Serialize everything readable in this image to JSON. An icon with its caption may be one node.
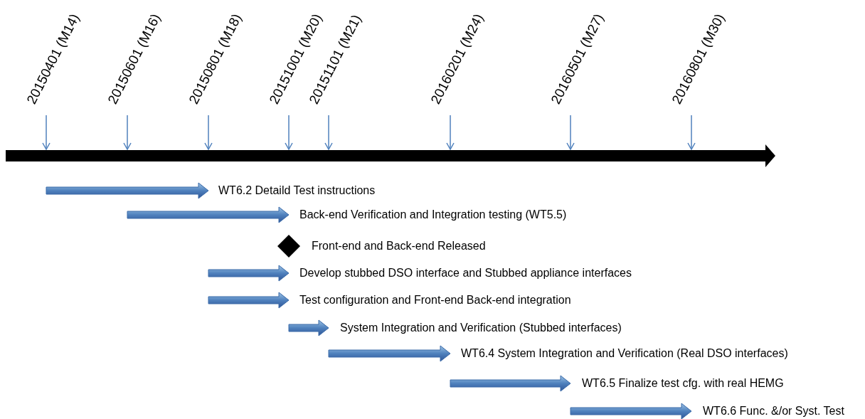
{
  "diagram": {
    "nodes": [
      {
        "text": [
          "20150401 (M14)"
        ]
      },
      {
        "text": [
          "20150601 (M16)"
        ]
      },
      {
        "text": [
          "20150801 (M18)"
        ]
      },
      {
        "text": [
          "20151001 (M20)"
        ]
      },
      {
        "text": [
          "20151101 (M21)"
        ]
      },
      {
        "text": [
          "20160201 (M24)"
        ]
      },
      {
        "text": [
          "20160501 (M27)"
        ]
      },
      {
        "text": [
          "20160801 (M30)"
        ]
      },
      {
        "text": [],
        "shape": "bar"
      }
    ],
    "edges": [
      {
        "from": 0,
        "to": 8,
        "arrow": "to"
      },
      {
        "from": 1,
        "to": 8,
        "arrow": "to"
      },
      {
        "from": 2,
        "to": 8,
        "arrow": "to"
      },
      {
        "from": 3,
        "to": 8,
        "arrow": "to"
      },
      {
        "from": 4,
        "to": 8,
        "arrow": "to"
      },
      {
        "from": 5,
        "to": 8,
        "arrow": "to"
      },
      {
        "from": 6,
        "to": 8,
        "arrow": "to"
      },
      {
        "from": 7,
        "to": 8,
        "arrow": "to"
      }
    ],
    "labels": [
      "WT6.2 Detaild Test instructions",
      "Back-end Verification and Integration testing (WT5.5)",
      "Front-end and Back-end Released",
      "Develop stubbed DSO interface and Stubbed appliance interfaces",
      "Test configuration and Front-end Back-end integration",
      "System Integration and Verification (Stubbed interfaces)",
      "WT6.4 System Integration and Verification (Real DSO interfaces)",
      "WT6.5 Finalize test cfg. with real HEMG",
      "WT6.6 Func. &/or Syst. Test"
    ]
  }
}
